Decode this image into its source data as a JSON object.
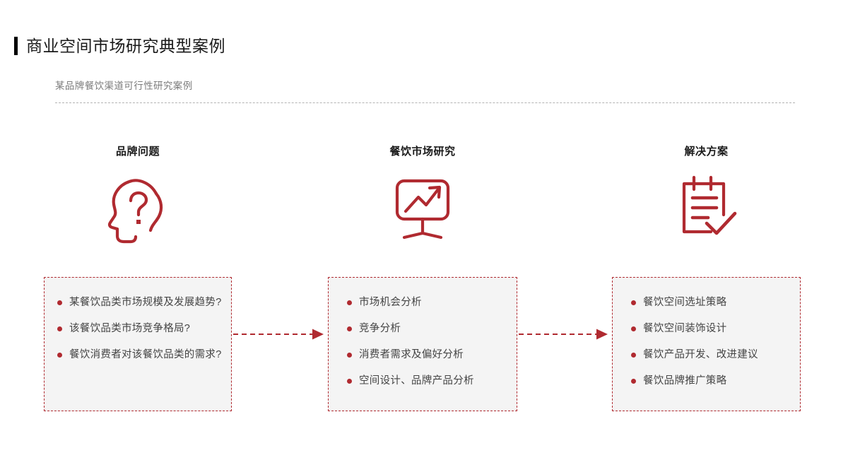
{
  "slide": {
    "title": "商业空间市场研究典型案例",
    "subtitle": "某品牌餐饮渠道可行性研究案例",
    "accent_color": "#b02a30",
    "title_bar_color": "#000000",
    "divider_color": "#b3b3b3",
    "box_fill_color": "#f4f4f4"
  },
  "columns": [
    {
      "id": "problem",
      "heading": "品牌问题",
      "icon": "head-question-mark-icon",
      "items": [
        "某餐饮品类市场规模及发展趋势?",
        "该餐饮品类市场竞争格局?",
        "餐饮消费者对该餐饮品类的需求?"
      ]
    },
    {
      "id": "research",
      "heading": "餐饮市场研究",
      "icon": "presentation-growth-chart-icon",
      "items": [
        "市场机会分析",
        "竞争分析",
        "消费者需求及偏好分析",
        "空间设计、品牌产品分析"
      ]
    },
    {
      "id": "solution",
      "heading": "解决方案",
      "icon": "clipboard-checkmark-icon",
      "items": [
        "餐饮空间选址策略",
        "餐饮空间装饰设计",
        "餐饮产品开发、改进建议",
        "餐饮品牌推广策略"
      ]
    }
  ],
  "arrows": [
    {
      "id": "arrow-problem-to-research",
      "icon": "dashed-arrow-right-icon"
    },
    {
      "id": "arrow-research-to-solution",
      "icon": "dashed-arrow-right-icon"
    }
  ]
}
